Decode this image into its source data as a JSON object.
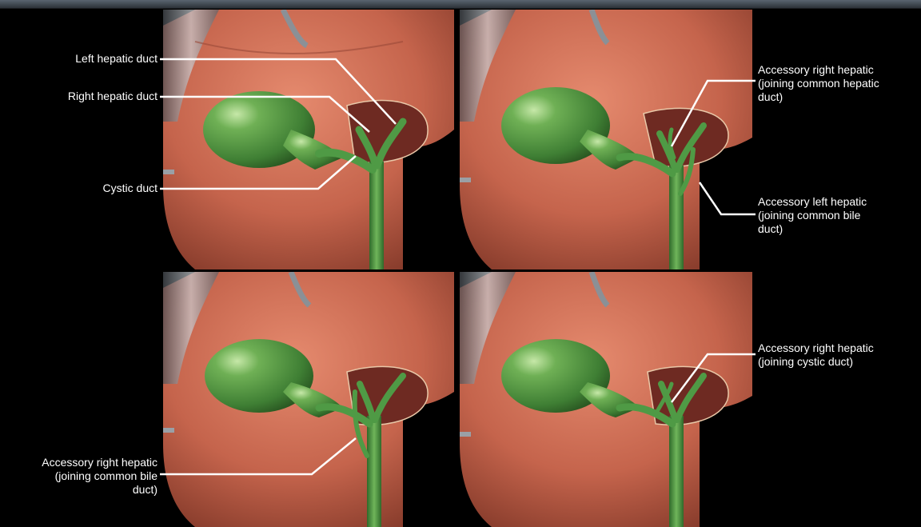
{
  "colors": {
    "background": "#000000",
    "liver": "#c0614a",
    "gallbladder": "#4f8f3e",
    "duct": "#3f8a3a",
    "leader": "#ffffff"
  },
  "panels": [
    {
      "id": "top-left",
      "labels": [
        {
          "key": "left_hepatic",
          "lines": [
            "Left hepatic duct"
          ]
        },
        {
          "key": "right_hepatic",
          "lines": [
            "Right hepatic duct"
          ]
        },
        {
          "key": "cystic",
          "lines": [
            "Cystic duct"
          ]
        }
      ]
    },
    {
      "id": "top-right",
      "labels": [
        {
          "key": "acc_right_common_hepatic",
          "lines": [
            "Accessory right hepatic",
            "(joining common hepatic",
            "duct)"
          ]
        },
        {
          "key": "acc_left_common_bile",
          "lines": [
            "Accessory left hepatic",
            "(joining common bile",
            "duct)"
          ]
        }
      ]
    },
    {
      "id": "bottom-left",
      "labels": [
        {
          "key": "acc_right_common_bile",
          "lines": [
            "Accessory right hepatic",
            "(joining common bile",
            "duct)"
          ]
        }
      ]
    },
    {
      "id": "bottom-right",
      "labels": [
        {
          "key": "acc_right_cystic",
          "lines": [
            "Accessory right hepatic",
            "(joining cystic duct)"
          ]
        }
      ]
    }
  ]
}
